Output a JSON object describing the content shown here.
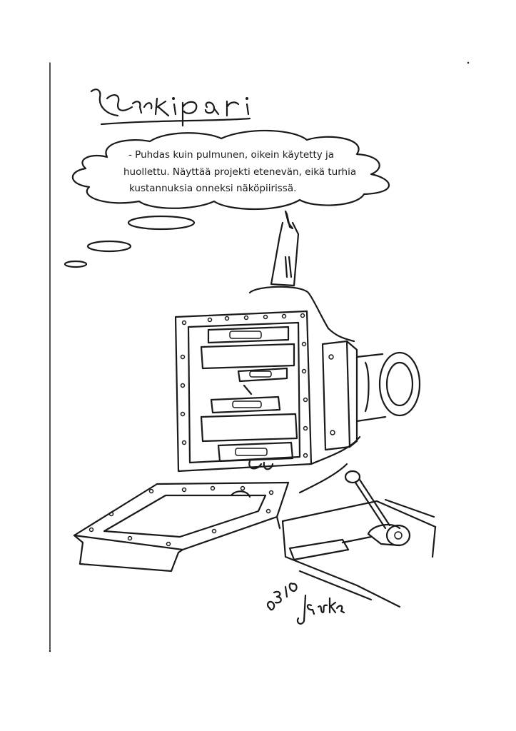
{
  "title": "Kurkipari",
  "speech": {
    "lines": [
      "- Puhdas kuin pulmunen, oikein käytetty ja",
      "huollettu. Näyttää projekti etenevän, eikä turhia",
      "kustannuksia onneksi näköpiirissä."
    ]
  },
  "signature": {
    "number": "0310",
    "name": "Jaska"
  },
  "icons": {
    "thought-cloud": "thought-bubble-icon",
    "machine": "gearbox-drawing",
    "wrench": "socket-wrench-icon",
    "screwdriver": "screwdriver-icon"
  }
}
